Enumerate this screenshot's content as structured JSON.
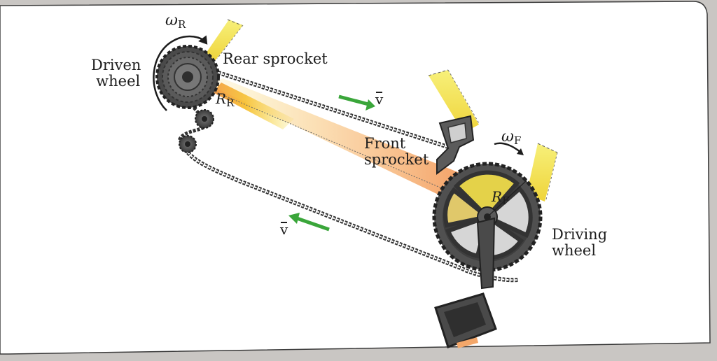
{
  "labels": {
    "omega_r_symbol": "ω",
    "omega_r_sub": "R",
    "driven_wheel_line1": "Driven",
    "driven_wheel_line2": "wheel",
    "rear_sprocket": "Rear sprocket",
    "r_r_symbol": "R",
    "r_r_sub": "R",
    "v_upper": "v",
    "front_sprocket_line1": "Front",
    "front_sprocket_line2": "sprocket",
    "omega_f_symbol": "ω",
    "omega_f_sub": "F",
    "r_f_symbol": "R",
    "r_f_sub": "F",
    "driving_wheel_line1": "Driving",
    "driving_wheel_line2": "wheel",
    "v_lower": "v"
  },
  "colors": {
    "background": "#ffffff",
    "frame_border": "#3a3a3a",
    "chain": "#3b3b3b",
    "sprocket": "#4a4a4a",
    "velocity_arrow": "#3aa63a",
    "frame_tube_yellow": "#f4e64a",
    "radius_band_orange": "#f39a4a"
  },
  "icons": [
    "rear-sprocket-cassette",
    "front-chainring",
    "crank-arm",
    "pedal",
    "derailleur",
    "velocity-arrow",
    "rotation-arrow"
  ]
}
